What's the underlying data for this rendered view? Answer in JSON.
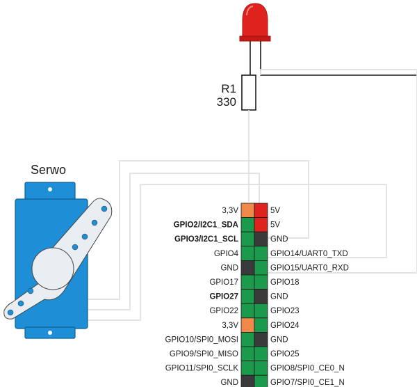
{
  "components": {
    "led": {
      "color": "#e0221f"
    },
    "resistor": {
      "name": "R1",
      "value": "330"
    },
    "servo": {
      "name": "Serwo",
      "body_color": "#1e8fd6",
      "horn_color": "#e9eef2"
    }
  },
  "header": {
    "left": [
      {
        "label": "3,3V",
        "bold": false,
        "color": "#f0894a"
      },
      {
        "label": "GPIO2/I2C1_SDA",
        "bold": true,
        "color": "#1a9a4a"
      },
      {
        "label": "GPIO3/I2C1_SCL",
        "bold": true,
        "color": "#1a9a4a"
      },
      {
        "label": "GPIO4",
        "bold": false,
        "color": "#1a9a4a"
      },
      {
        "label": "GND",
        "bold": false,
        "color": "#3a3a3a"
      },
      {
        "label": "GPIO17",
        "bold": false,
        "color": "#1a9a4a"
      },
      {
        "label": "GPIO27",
        "bold": true,
        "color": "#1a9a4a"
      },
      {
        "label": "GPIO22",
        "bold": false,
        "color": "#1a9a4a"
      },
      {
        "label": "3,3V",
        "bold": false,
        "color": "#f0894a"
      },
      {
        "label": "GPIO10/SPI0_MOSI",
        "bold": false,
        "color": "#1a9a4a"
      },
      {
        "label": "GPIO9/SPI0_MISO",
        "bold": false,
        "color": "#1a9a4a"
      },
      {
        "label": "GPIO11/SPI0_SCLK",
        "bold": false,
        "color": "#1a9a4a"
      },
      {
        "label": "GND",
        "bold": false,
        "color": "#3a3a3a"
      }
    ],
    "right": [
      {
        "label": "5V",
        "color": "#e0221f"
      },
      {
        "label": "5V",
        "color": "#e0221f"
      },
      {
        "label": "GND",
        "color": "#3a3a3a"
      },
      {
        "label": "GPIO14/UART0_TXD",
        "color": "#1a9a4a"
      },
      {
        "label": "GPIO15/UART0_RXD",
        "color": "#1a9a4a"
      },
      {
        "label": "GPIO18",
        "color": "#1a9a4a"
      },
      {
        "label": "GND",
        "color": "#3a3a3a"
      },
      {
        "label": "GPIO23",
        "color": "#1a9a4a"
      },
      {
        "label": "GPIO24",
        "color": "#1a9a4a"
      },
      {
        "label": "GND",
        "color": "#3a3a3a"
      },
      {
        "label": "GPIO25",
        "color": "#1a9a4a"
      },
      {
        "label": "GPIO8/SPI0_CE0_N",
        "color": "#1a9a4a"
      },
      {
        "label": "GPIO7/SPI0_CE1_N",
        "color": "#1a9a4a"
      }
    ]
  }
}
